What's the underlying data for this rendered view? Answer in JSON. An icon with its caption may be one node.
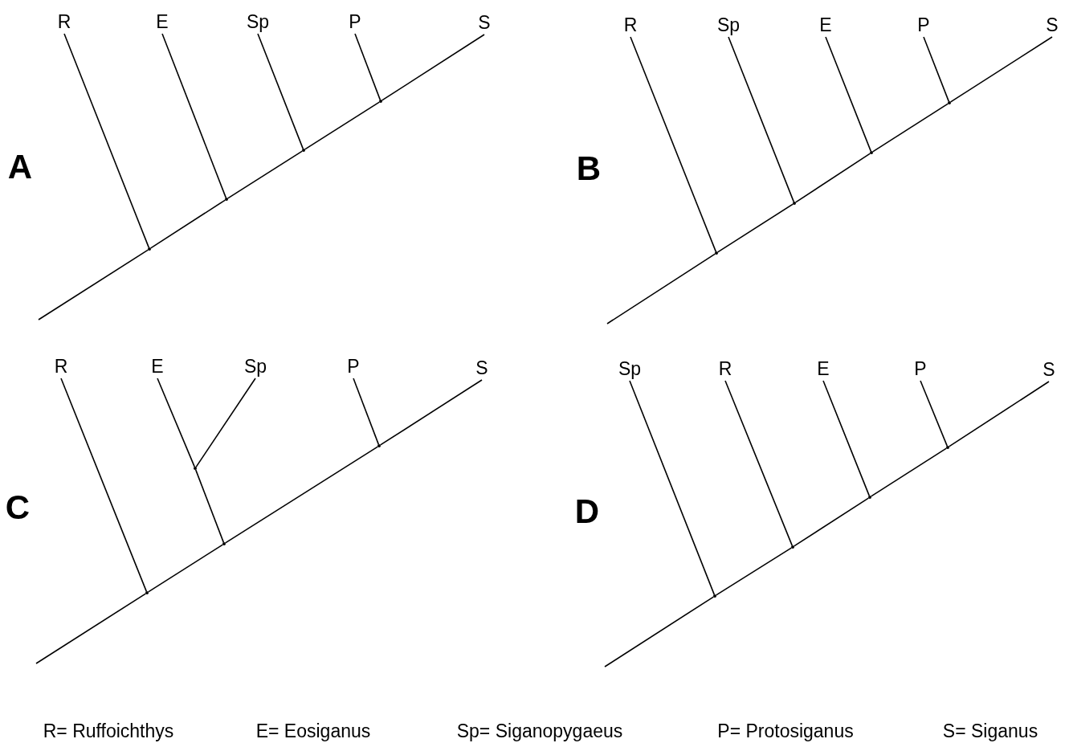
{
  "diagram": {
    "nodes": [
      {
        "text": [
          "R"
        ]
      },
      {
        "text": [
          "E"
        ]
      },
      {
        "text": [
          "Sp"
        ]
      },
      {
        "text": [
          "P"
        ]
      },
      {
        "text": [
          "S"
        ]
      },
      {
        "text": [],
        "shape": "point"
      },
      {
        "text": [],
        "shape": "point"
      },
      {
        "text": [],
        "shape": "point"
      },
      {
        "text": [],
        "shape": "point"
      },
      {
        "text": [
          "R"
        ]
      },
      {
        "text": [
          "Sp"
        ]
      },
      {
        "text": [
          "E"
        ]
      },
      {
        "text": [
          "P"
        ]
      },
      {
        "text": [
          "S"
        ]
      },
      {
        "text": [],
        "shape": "point"
      },
      {
        "text": [],
        "shape": "point"
      },
      {
        "text": [],
        "shape": "point"
      },
      {
        "text": [],
        "shape": "point"
      },
      {
        "text": [
          "R"
        ]
      },
      {
        "text": [
          "E"
        ]
      },
      {
        "text": [
          "Sp"
        ]
      },
      {
        "text": [
          "P"
        ]
      },
      {
        "text": [
          "S"
        ]
      },
      {
        "text": [],
        "shape": "point"
      },
      {
        "text": [],
        "shape": "point"
      },
      {
        "text": [],
        "shape": "point"
      },
      {
        "text": [],
        "shape": "point"
      },
      {
        "text": [
          "Sp"
        ]
      },
      {
        "text": [
          "R"
        ]
      },
      {
        "text": [
          "E"
        ]
      },
      {
        "text": [
          "P"
        ]
      },
      {
        "text": [
          "S"
        ]
      },
      {
        "text": [],
        "shape": "point"
      },
      {
        "text": [],
        "shape": "point"
      },
      {
        "text": [],
        "shape": "point"
      },
      {
        "text": [],
        "shape": "point"
      }
    ],
    "edges": [
      {
        "from": null,
        "to": 5,
        "arrow": "none"
      },
      {
        "from": 5,
        "to": 0,
        "arrow": "none"
      },
      {
        "from": 5,
        "to": 6,
        "arrow": "none"
      },
      {
        "from": 6,
        "to": 1,
        "arrow": "none"
      },
      {
        "from": 6,
        "to": 7,
        "arrow": "none"
      },
      {
        "from": 7,
        "to": 2,
        "arrow": "none"
      },
      {
        "from": 7,
        "to": 8,
        "arrow": "none"
      },
      {
        "from": 8,
        "to": 3,
        "arrow": "none"
      },
      {
        "from": 8,
        "to": 4,
        "arrow": "none"
      },
      {
        "from": null,
        "to": 14,
        "arrow": "none"
      },
      {
        "from": 14,
        "to": 9,
        "arrow": "none"
      },
      {
        "from": 14,
        "to": 15,
        "arrow": "none"
      },
      {
        "from": 15,
        "to": 10,
        "arrow": "none"
      },
      {
        "from": 15,
        "to": 16,
        "arrow": "none"
      },
      {
        "from": 16,
        "to": 11,
        "arrow": "none"
      },
      {
        "from": 16,
        "to": 17,
        "arrow": "none"
      },
      {
        "from": 17,
        "to": 12,
        "arrow": "none"
      },
      {
        "from": 17,
        "to": 13,
        "arrow": "none"
      },
      {
        "from": null,
        "to": 23,
        "arrow": "none"
      },
      {
        "from": 23,
        "to": 18,
        "arrow": "none"
      },
      {
        "from": 23,
        "to": 24,
        "arrow": "none"
      },
      {
        "from": 24,
        "to": 26,
        "arrow": "none"
      },
      {
        "from": 26,
        "to": 19,
        "arrow": "none"
      },
      {
        "from": 26,
        "to": 20,
        "arrow": "none"
      },
      {
        "from": 24,
        "to": 25,
        "arrow": "none"
      },
      {
        "from": 25,
        "to": 21,
        "arrow": "none"
      },
      {
        "from": 25,
        "to": 22,
        "arrow": "none"
      },
      {
        "from": null,
        "to": 32,
        "arrow": "none"
      },
      {
        "from": 32,
        "to": 27,
        "arrow": "none"
      },
      {
        "from": 32,
        "to": 33,
        "arrow": "none"
      },
      {
        "from": 33,
        "to": 28,
        "arrow": "none"
      },
      {
        "from": 33,
        "to": 34,
        "arrow": "none"
      },
      {
        "from": 34,
        "to": 29,
        "arrow": "none"
      },
      {
        "from": 34,
        "to": 35,
        "arrow": "none"
      },
      {
        "from": 35,
        "to": 30,
        "arrow": "none"
      },
      {
        "from": 35,
        "to": 31,
        "arrow": "none"
      }
    ],
    "labels": [
      "A",
      "B",
      "C",
      "D",
      "R= Ruffoichthys",
      "E= Eosiganus",
      "Sp= Siganopygaeus",
      "P= Protosiganus",
      "S= Siganus"
    ]
  }
}
